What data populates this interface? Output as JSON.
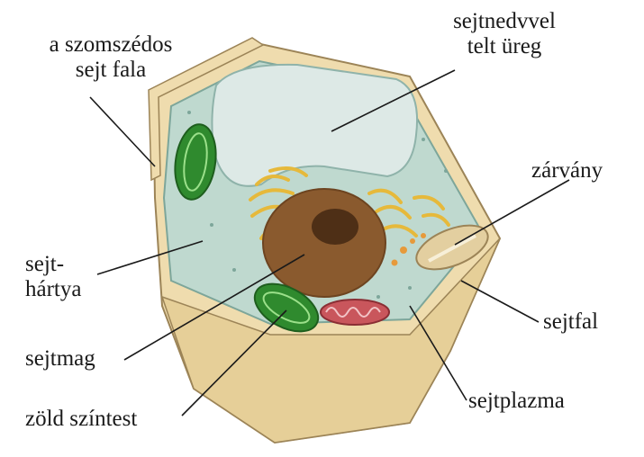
{
  "diagram": {
    "labels": {
      "neighbor_wall": [
        "a szomszédos",
        "sejt fala"
      ],
      "vacuole": [
        "sejtnedvvel",
        "telt üreg"
      ],
      "inclusion": [
        "zárvány"
      ],
      "membrane": [
        "sejt-",
        "hártya"
      ],
      "cell_wall": [
        "sejtfal"
      ],
      "nucleus": [
        "sejtmag"
      ],
      "cytoplasm": [
        "sejtplazma"
      ],
      "chloroplast": [
        "zöld színtest"
      ]
    },
    "colors": {
      "wall_fill": "#efdcae",
      "wall_edge": "#9c8457",
      "cytoplasm": "#bfd9cf",
      "vacuole": "#dde9e6",
      "nucleus": "#8a5a2e",
      "chloroplast": "#2f8a2e",
      "mitochondrion": "#c9565c",
      "golgi": "#e6b93b",
      "inclusion": "#e3cfa0"
    }
  }
}
